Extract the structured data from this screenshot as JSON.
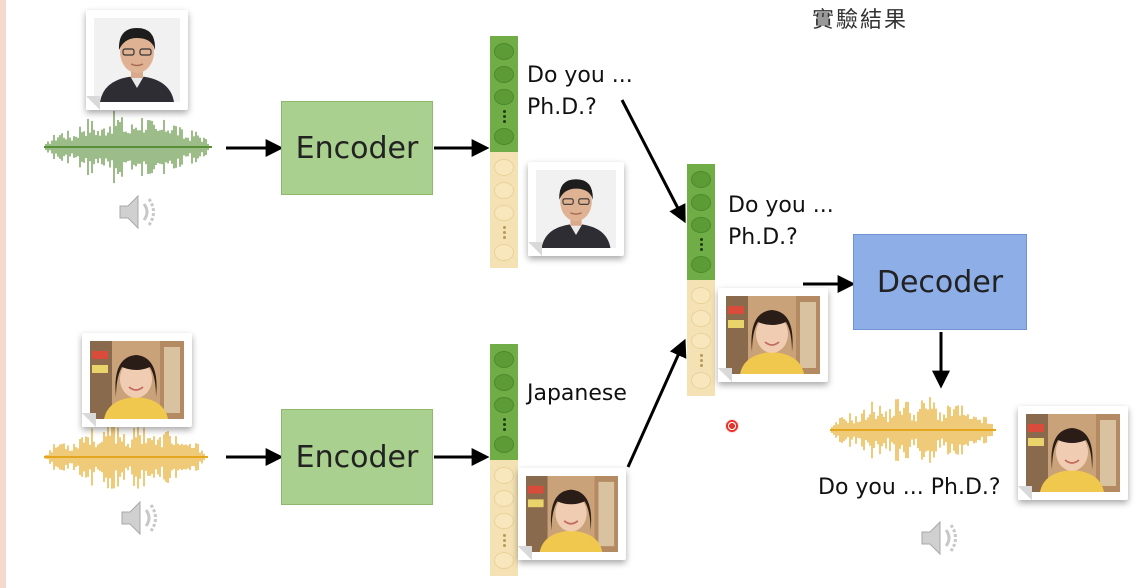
{
  "title": "實驗結果",
  "colors": {
    "encoder_fill": "#a9d08e",
    "decoder_fill": "#8eaee8",
    "content_vector": "#70ad47",
    "speaker_vector": "#f4e2b4",
    "waveform_top": "#5a8f3a",
    "waveform_bottom": "#e4a61f",
    "waveform_output": "#e4a61f"
  },
  "encoder_top": {
    "label": "Encoder"
  },
  "encoder_bottom": {
    "label": "Encoder"
  },
  "decoder": {
    "label": "Decoder"
  },
  "text_top": {
    "line1": "Do you ...",
    "line2": "Ph.D.?"
  },
  "text_mid": {
    "line1": "Do you ...",
    "line2": "Ph.D.?"
  },
  "text_bottom": "Japanese",
  "output_caption": "Do you ... Ph.D.?"
}
